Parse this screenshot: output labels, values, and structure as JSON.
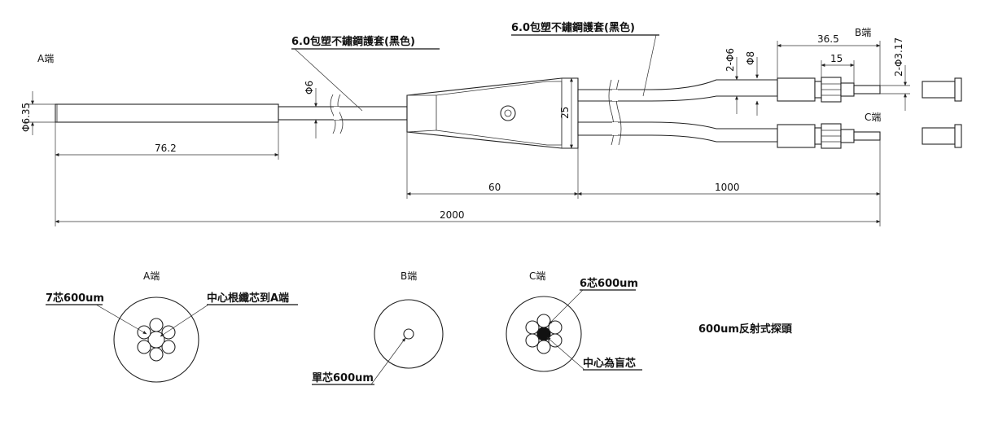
{
  "labels": {
    "end_a": "A端",
    "end_b": "B端",
    "end_c": "C端",
    "sheath_left": "6.0包塑不鏽鋼護套(黑色)",
    "sheath_right": "6.0包塑不鏽鋼護套(黑色)",
    "section_a_title": "A端",
    "section_b_title": "B端",
    "section_c_title": "C端",
    "note_7core": "7芯600um",
    "note_center_a": "中心根纖芯到A端",
    "note_single": "單芯600um",
    "note_6core": "6芯600um",
    "note_blind": "中心為盲芯",
    "probe_title": "600um反射式探頭"
  },
  "dimensions": {
    "probe_dia": "Φ6.35",
    "tube_length": "76.2",
    "sheath_dia": "Φ6",
    "body_height": "25",
    "body_length": "60",
    "branch_length": "1000",
    "total_length": "2000",
    "upper_dia": "2-Φ6",
    "ferrule_dia": "Φ8",
    "conn_len": "36.5",
    "tip_len": "15",
    "tip_dia": "2-Φ3.17"
  },
  "colors": {
    "line": "#222222",
    "text": "#111111"
  }
}
